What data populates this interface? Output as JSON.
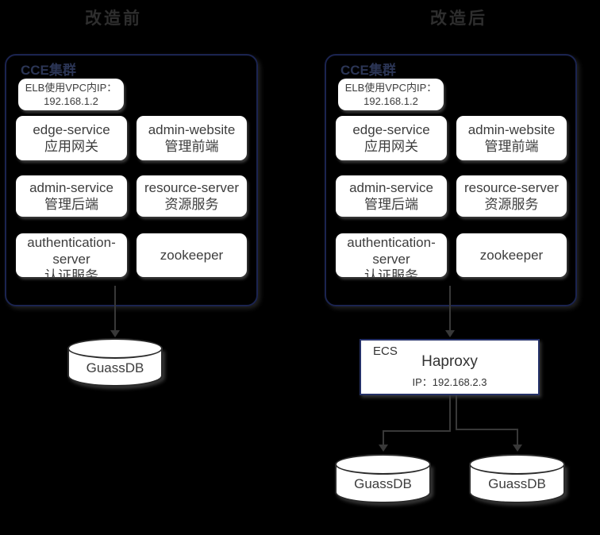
{
  "titles": {
    "before": "改造前",
    "after": "改造后"
  },
  "cluster": {
    "label": "CCE集群",
    "elb_line1": "ELB使用VPC内IP：",
    "elb_line2": "192.168.1.2",
    "services": [
      {
        "en": "edge-service",
        "zh": "应用网关"
      },
      {
        "en": "admin-website",
        "zh": "管理前端"
      },
      {
        "en": "admin-service",
        "zh": "管理后端"
      },
      {
        "en": "resource-server",
        "zh": "资源服务"
      },
      {
        "en": "authentication-server",
        "zh": "认证服务"
      },
      {
        "en": "zookeeper",
        "zh": ""
      }
    ]
  },
  "ecs": {
    "label": "ECS",
    "name": "Haproxy",
    "ip": "IP：192.168.2.3"
  },
  "databases": {
    "before": "GuassDB",
    "after_left": "GuassDB",
    "after_right": "GuassDB"
  },
  "colors": {
    "background": "#000000",
    "cluster_border": "#1b2450",
    "ecs_border": "#243067",
    "box_fill": "#ffffff",
    "box_text": "#3d3d3d",
    "title_text": "#2e2e2e",
    "cluster_label_text": "#2b3555",
    "connector_line": "#383838"
  }
}
